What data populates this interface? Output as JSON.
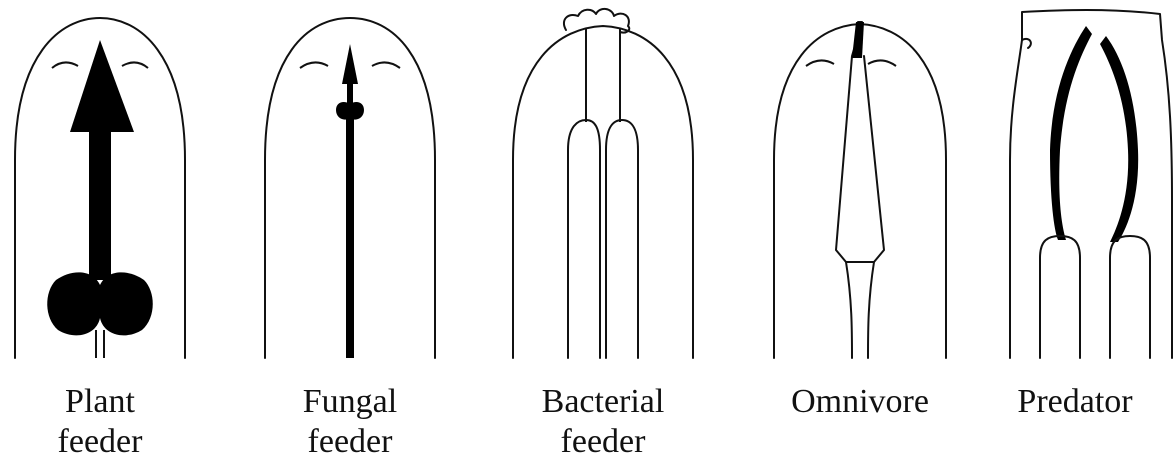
{
  "figure": {
    "panels": [
      {
        "id": "plant",
        "line1": "Plant",
        "line2": "feeder"
      },
      {
        "id": "fungal",
        "line1": "Fungal",
        "line2": "feeder"
      },
      {
        "id": "bacterial",
        "line1": "Bacterial",
        "line2": "feeder"
      },
      {
        "id": "omnivore",
        "line1": "Omnivore",
        "line2": ""
      },
      {
        "id": "predator",
        "line1": "Predator",
        "line2": ""
      }
    ]
  }
}
